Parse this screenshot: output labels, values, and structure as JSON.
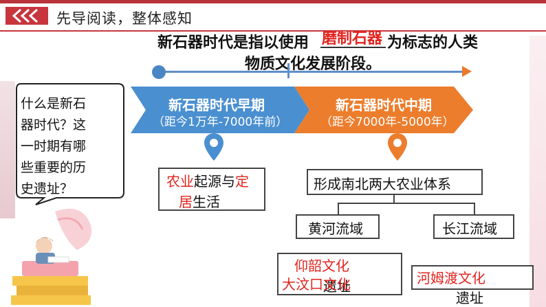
{
  "header": {
    "title": "先导阅读，整体感知"
  },
  "heading": {
    "line1_before": "新石器时代是指以使用",
    "answer": "磨制石器",
    "line1_after": "为标志的人类",
    "line2": "物质文化发展阶段。"
  },
  "stages": [
    {
      "title": "新石器时代早期",
      "range": "（距今1万年-7000年前）",
      "color": "#4a8fd0"
    },
    {
      "title": "新石器时代中期",
      "range": "（距今7000年-5000年）",
      "color": "#ec7d2c"
    }
  ],
  "question": {
    "lines": [
      "什么是新石",
      "器时代？这",
      "一时期有哪",
      "些重要的历",
      "史遗址？"
    ]
  },
  "early": {
    "line1_parts": [
      {
        "text": "农业",
        "red": true
      },
      {
        "text": "起源与",
        "red": false
      },
      {
        "text": "定",
        "red": true
      }
    ],
    "line2_parts": [
      {
        "text": "居",
        "red": true
      },
      {
        "text": "生活",
        "red": false
      }
    ]
  },
  "middle": {
    "system": "形成南北两大农业体系",
    "yellow_river": "黄河流域",
    "yangtze": "长江流域",
    "yellow_sites": [
      "仰韶文化",
      "大汶口文化"
    ],
    "yellow_suffix": "遗址",
    "yangtze_site": "河姆渡文化",
    "yangtze_suffix": "遗址"
  },
  "colors": {
    "accent": "#c8353d",
    "answer_red": "#e2241f",
    "blue": "#4a8fd0",
    "orange": "#ec7d2c"
  }
}
